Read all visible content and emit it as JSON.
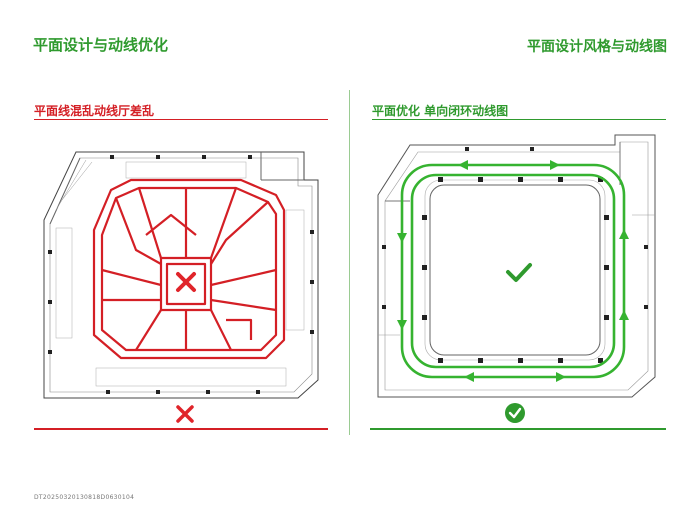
{
  "header": {
    "title_left": "平面设计与动线优化",
    "title_right": "平面设计风格与动线图"
  },
  "panels": {
    "left": {
      "label": "平面线混乱动线厅差乱",
      "verdict": "wrong",
      "accent": "#d41f25"
    },
    "right": {
      "label": "平面优化 单向闭环动线图",
      "verdict": "correct",
      "accent": "#2f9a2e"
    }
  },
  "footer": {
    "code": "DT20250320130818D0630104"
  },
  "icons": {
    "center_left": "cross-icon",
    "center_right": "check-icon",
    "bottom_left": "cross-icon",
    "bottom_right": "check-circle-icon"
  }
}
